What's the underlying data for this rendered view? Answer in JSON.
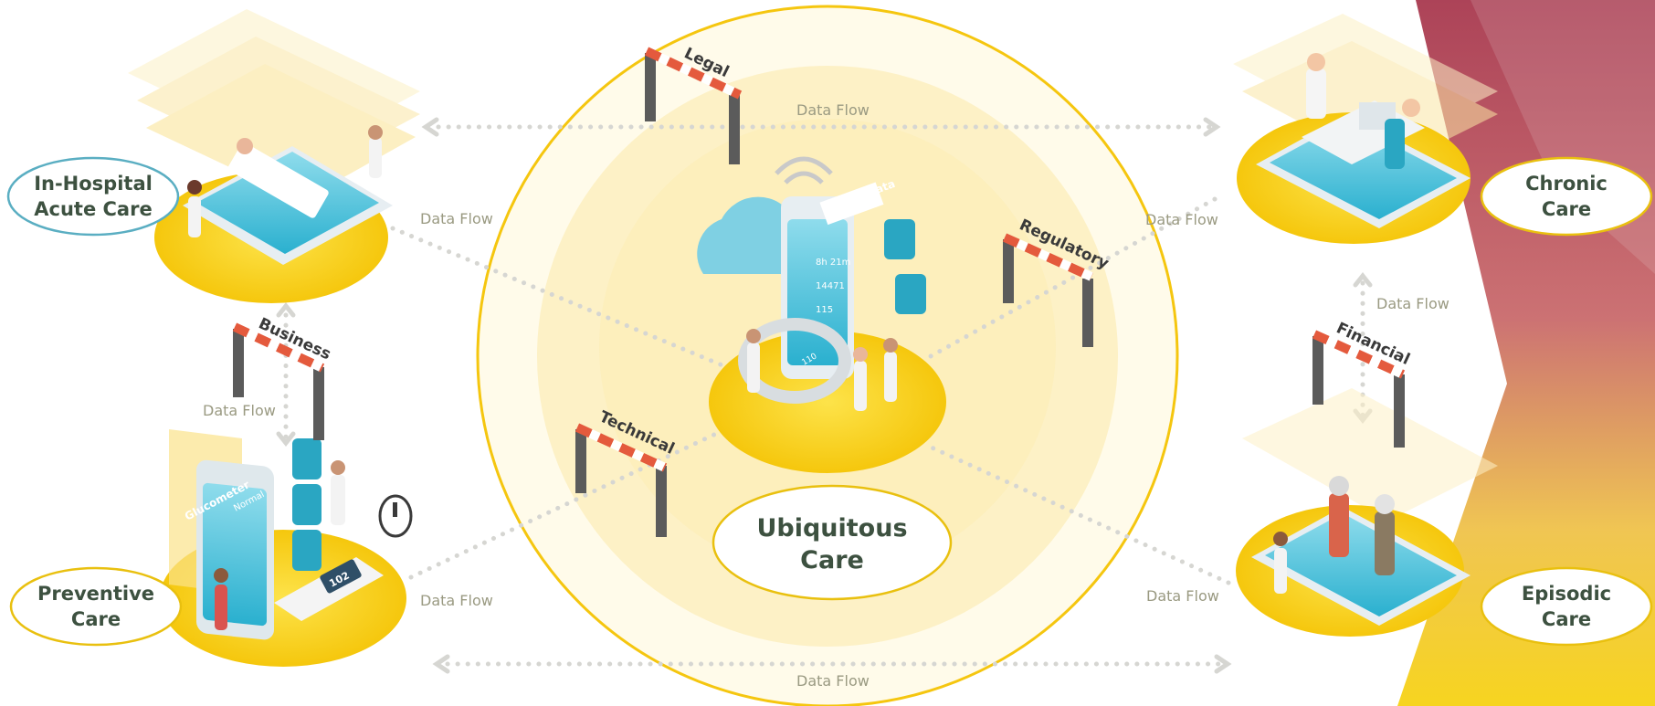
{
  "center": {
    "label_line1": "Ubiquitous",
    "label_line2": "Care"
  },
  "care_nodes": {
    "in_hospital": {
      "line1": "In-Hospital",
      "line2": "Acute Care"
    },
    "chronic": {
      "line1": "Chronic",
      "line2": "Care"
    },
    "preventive": {
      "line1": "Preventive",
      "line2": "Care"
    },
    "episodic": {
      "line1": "Episodic",
      "line2": "Care"
    }
  },
  "barriers": {
    "legal": "Legal",
    "regulatory": "Regulatory",
    "business": "Business",
    "financial": "Financial",
    "technical": "Technical"
  },
  "flows": {
    "top": "Data Flow",
    "bottom": "Data Flow",
    "upper_left": "Data Flow",
    "upper_right": "Data Flow",
    "lower_left": "Data Flow",
    "lower_right": "Data Flow",
    "left_vertical": "Data Flow",
    "right_vertical": "Data Flow"
  },
  "device_labels": {
    "phone_tab": "Health Data",
    "glucometer": "Glucometer",
    "glucometer_sub": "Normal",
    "glucometer_reading": "102",
    "wristband": "110",
    "stat1": "8h 21m",
    "stat2": "14471",
    "stat3": "115"
  },
  "colors": {
    "yellow": "#f7d21a",
    "pale_yellow": "#fdf3c8",
    "circle_outline": "#f5c60f",
    "teal": "#2fb7d2",
    "maroon": "#a63a4e",
    "oval_blue_border": "#5aaec2",
    "oval_yellow_border": "#e9c00f",
    "text_dark": "#3d5140"
  }
}
